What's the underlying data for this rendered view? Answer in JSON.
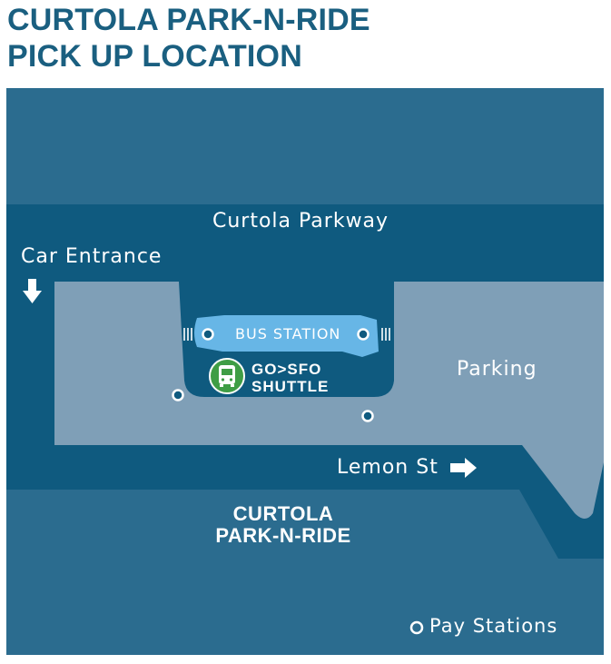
{
  "title": {
    "line1": "CURTOLA PARK-N-RIDE",
    "line2": "PICK UP LOCATION"
  },
  "map": {
    "road_name": "Curtola Parkway",
    "car_entrance": "Car Entrance",
    "bus_station": "BUS STATION",
    "shuttle": {
      "line1": "GO>SFO",
      "line2": "SHUTTLE"
    },
    "parking": "Parking",
    "street": "Lemon St",
    "lot_name": {
      "line1": "CURTOLA",
      "line2": "PARK-N-RIDE"
    },
    "legend": {
      "pay_stations": "Pay Stations"
    }
  },
  "colors": {
    "title": "#1a5f80",
    "map_background": "#2b6c8f",
    "road": "#0f5a7f",
    "parking_lot": "#7f9fb7",
    "bus_station": "#67b6e6",
    "shuttle_icon": "#3f9d45"
  },
  "icons": [
    "arrow-down-icon",
    "arrow-right-icon",
    "bus-icon",
    "pay-station-marker"
  ]
}
